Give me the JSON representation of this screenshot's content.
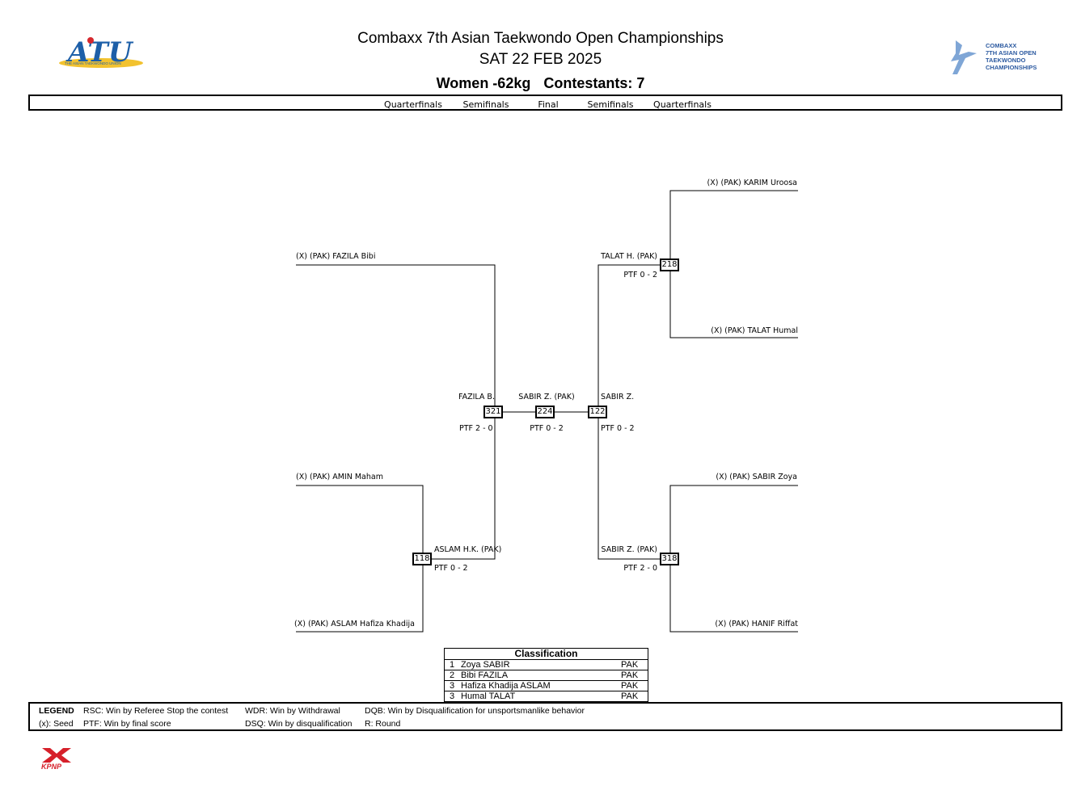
{
  "header": {
    "title": "Combaxx 7th Asian Taekwondo Open Championships",
    "date": "SAT 22 FEB 2025",
    "category": "Women -62kg",
    "contestants": "Contestants: 7"
  },
  "logos": {
    "left_logo_text": "ATU",
    "left_logo_subtext": "THE ASIAN TAEKWONDO UNION",
    "right_logo_lines": [
      "COMBAXX",
      "7TH ASIAN OPEN",
      "TAEKWONDO",
      "CHAMPIONSHIPS"
    ],
    "bottom_logo_text": "KPNP"
  },
  "rounds": [
    "Quarterfinals",
    "Semifinals",
    "Final",
    "Semifinals",
    "Quarterfinals"
  ],
  "left_side": {
    "entrants": [
      "(X) (PAK) FAZILA Bibi",
      "(X) (PAK) AMIN Maham",
      "(X) (PAK) ASLAM Hafiza Khadija"
    ],
    "qf_match": {
      "number": "118",
      "winner": "ASLAM H.K. (PAK)",
      "score": "PTF 0 - 2"
    },
    "sf_match": {
      "number": "321",
      "winner": "FAZILA B.",
      "score": "PTF 2 - 0"
    }
  },
  "final": {
    "number": "224",
    "winner": "SABIR Z. (PAK)",
    "score": "PTF 0 - 2"
  },
  "right_side": {
    "entrants": [
      "(X) (PAK) KARIM Uroosa",
      "(X) (PAK) TALAT Humal",
      "(X) (PAK) SABIR Zoya",
      "(X) (PAK) HANIF Riffat"
    ],
    "qf_top": {
      "number": "218",
      "winner": "TALAT H. (PAK)",
      "score": "PTF 0 - 2"
    },
    "qf_bottom": {
      "number": "318",
      "winner": "SABIR Z. (PAK)",
      "score": "PTF 2 - 0"
    },
    "sf_match": {
      "number": "122",
      "winner": "SABIR Z.",
      "score": "PTF 0 - 2"
    }
  },
  "classification": {
    "title": "Classification",
    "rows": [
      {
        "rank": "1",
        "name": "Zoya SABIR",
        "nat": "PAK"
      },
      {
        "rank": "2",
        "name": "Bibi FAZILA",
        "nat": "PAK"
      },
      {
        "rank": "3",
        "name": "Hafiza Khadija ASLAM",
        "nat": "PAK"
      },
      {
        "rank": "3",
        "name": "Humal TALAT",
        "nat": "PAK"
      }
    ]
  },
  "legend": {
    "title": "LEGEND",
    "seed": "(x): Seed",
    "rsc": "RSC: Win by Referee Stop the contest",
    "ptf": "PTF: Win by final score",
    "wdr": "WDR: Win by Withdrawal",
    "dsq": "DSQ: Win by disqualification",
    "dqb": "DQB: Win by Disqualification for unsportsmanlike behavior",
    "r": "R: Round"
  },
  "colors": {
    "atu_blue": "#1d5fa8",
    "atu_red": "#d6282e",
    "atu_yellow": "#f2c22f",
    "kpnp_red": "#d6202a",
    "combaxx_blue": "#2c5aa0"
  }
}
